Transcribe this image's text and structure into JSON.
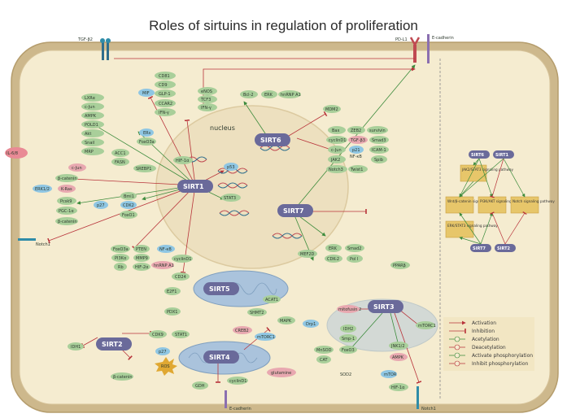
{
  "title": "Roles of sirtuins in regulation of proliferation",
  "colors": {
    "cell_fill": "#f5ecd0",
    "cell_border": "#c9b48a",
    "nucleus_fill": "#ede0bf",
    "sirt_fill": "#6a6a9a",
    "protein_fill": "#a9cf9a",
    "protein_blue": "#8fc6e3",
    "activation": "#b8333a",
    "inhibition": "#b8333a",
    "green_arrow": "#3c8b3c",
    "mito_fill": "#aac3dc"
  },
  "labels": {
    "nucleus": "nucleus",
    "tgfb2": "TGF-β2",
    "pdl1": "PD-L1",
    "ecadherin_top": "E-cadherin",
    "ecadherin_bottom": "E-cadherin",
    "notch1_left": "Notch1",
    "notch1_bottom": "Notch1",
    "il6_8": "IL-6/8",
    "ros": "ROS",
    "glutamine": "glutamine"
  },
  "sirtuins": {
    "sirt1": "SIRT1",
    "sirt2": "SIRT2",
    "sirt3": "SIRT3",
    "sirt4": "SIRT4",
    "sirt5": "SIRT5",
    "sirt6": "SIRT6",
    "sirt7": "SIRT7"
  },
  "proteins": {
    "left_stack": [
      "LXRα",
      "c-Jun",
      "AMPK",
      "POLD1",
      "Akt",
      "Snail",
      "MRP"
    ],
    "cd_stack": [
      "CD81",
      "CD9",
      "GLP-1",
      "CCAR2",
      "IFN-γ"
    ],
    "mif": "MIF",
    "enos_stack": [
      "eNOS",
      "TCF3",
      "IFN-γ"
    ],
    "bcl2": "Bcl-2",
    "erk_top": "ERK",
    "hnrnpa1_top": "hnRNP A1",
    "mdm2": "MDM2",
    "ers": "ERs",
    "foxo3a_top": "FoxO3a",
    "acc1": "ACC1",
    "fasn": "FASN",
    "srebp1": "SREBP1",
    "hif1a_top": "HIF-1α",
    "cjun_mid": "c-Jun",
    "bcatenin_l": "β-catenin",
    "kras": "K-Ras",
    "erk12": "ERK1/2",
    "pcsk9": "Pcsk9",
    "pgc1a": "PGC-1α",
    "bcatenin_l2": "β-catenin",
    "bmi1": "Bmi1",
    "cdk2": "CDK2",
    "foxo1": "FoxO1",
    "p27": "p27",
    "p53": "p53",
    "stat3": "STAT3",
    "foxo3a_mid": "FoxO3a",
    "pten": "PTEN",
    "pi3k": "PI3Kα",
    "mmp9": "MMP9",
    "rb": "Rb",
    "hif2a": "HIF-2α",
    "nfkb_mid": "NF-κB",
    "cyclind1_mid": "cyclinD1",
    "hnrnpa1_mid": "hnRNP A1",
    "cd24": "CD24",
    "e2f1": "E2F1",
    "pdx1": "PDX1",
    "right_nuc": [
      "Bax",
      "ZEB2",
      "survivin",
      "cyclinD1",
      "TGF-β3",
      "Smad3",
      "c-Jun",
      "p21",
      "ICAM-1",
      "JAK2",
      "Spib",
      "Notch3",
      "Twist1"
    ],
    "nfkb_r": "NF-κB",
    "mef2d": "MEF2D",
    "erk_r": "ERK",
    "smad2": "Smad2",
    "cdk2_r": "CDK-2",
    "pol1": "Pol I",
    "pparb": "PPARβ",
    "acat1": "ACAT1",
    "shmt2": "SHMT2",
    "mapk": "MAPK",
    "idh1": "IDH1",
    "cdk9": "CDK9",
    "stat1": "STAT1",
    "creb2": "CREB2",
    "mtorc1_l": "mTORC1",
    "p27_low": "p27",
    "bcatenin_low": "β-catenin",
    "gdh": "GDH",
    "cyclind1_low": "cyclinD1",
    "drp1": "Drp1",
    "mitofusin": "mitofusin 2",
    "idh2": "IDH2",
    "smp1": "Smp-1",
    "foxo3_r": "FoxO3",
    "mn_sod": "MnSOD",
    "cat": "CAT",
    "sod2": "SOD2",
    "jnk12": "JNK1/2",
    "ampk_r": "AMPK",
    "mtor": "mTOR",
    "hif1a_r": "HIF-1α",
    "mtorc1_r": "mTORC1"
  },
  "pathway_box": {
    "sirt6": "SIRT6",
    "sirt1": "SIRT1",
    "sirt7": "SIRT7",
    "sirt2": "SIRT2",
    "jak_stat": "JAK2/STAT3 signaling pathway",
    "wnt": "Wnt/β-catenin signaling pathway",
    "pi3k_akt": "PI3K/AKT signaling pathway",
    "notch": "Notch signaling pathway",
    "erk_stat": "ERK/STAT3 signaling pathway"
  },
  "legend": [
    {
      "key": "activation",
      "label": "Activation"
    },
    {
      "key": "inhibition",
      "label": "Inhibition"
    },
    {
      "key": "acetylation",
      "label": "Acetylation"
    },
    {
      "key": "deacetylation",
      "label": "Deacetylation"
    },
    {
      "key": "activate_phos",
      "label": "Activate phosphorylation"
    },
    {
      "key": "inhibit_phos",
      "label": "Inhibit phosphorylation"
    }
  ]
}
